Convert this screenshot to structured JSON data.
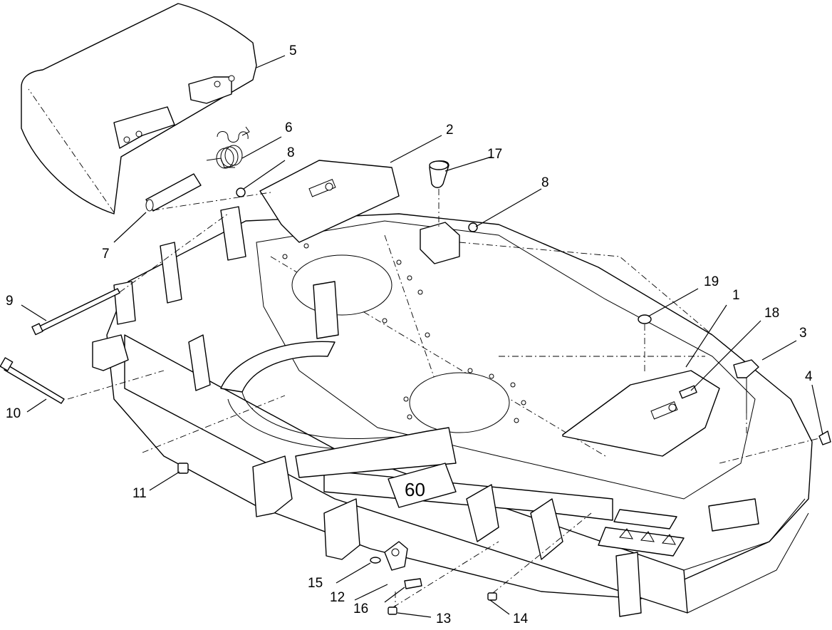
{
  "diagram": {
    "callouts": [
      "1",
      "2",
      "3",
      "4",
      "5",
      "6",
      "7",
      "8",
      "9",
      "10",
      "11",
      "12",
      "13",
      "14",
      "15",
      "16",
      "17",
      "18",
      "19"
    ],
    "deck_decal": "60"
  }
}
